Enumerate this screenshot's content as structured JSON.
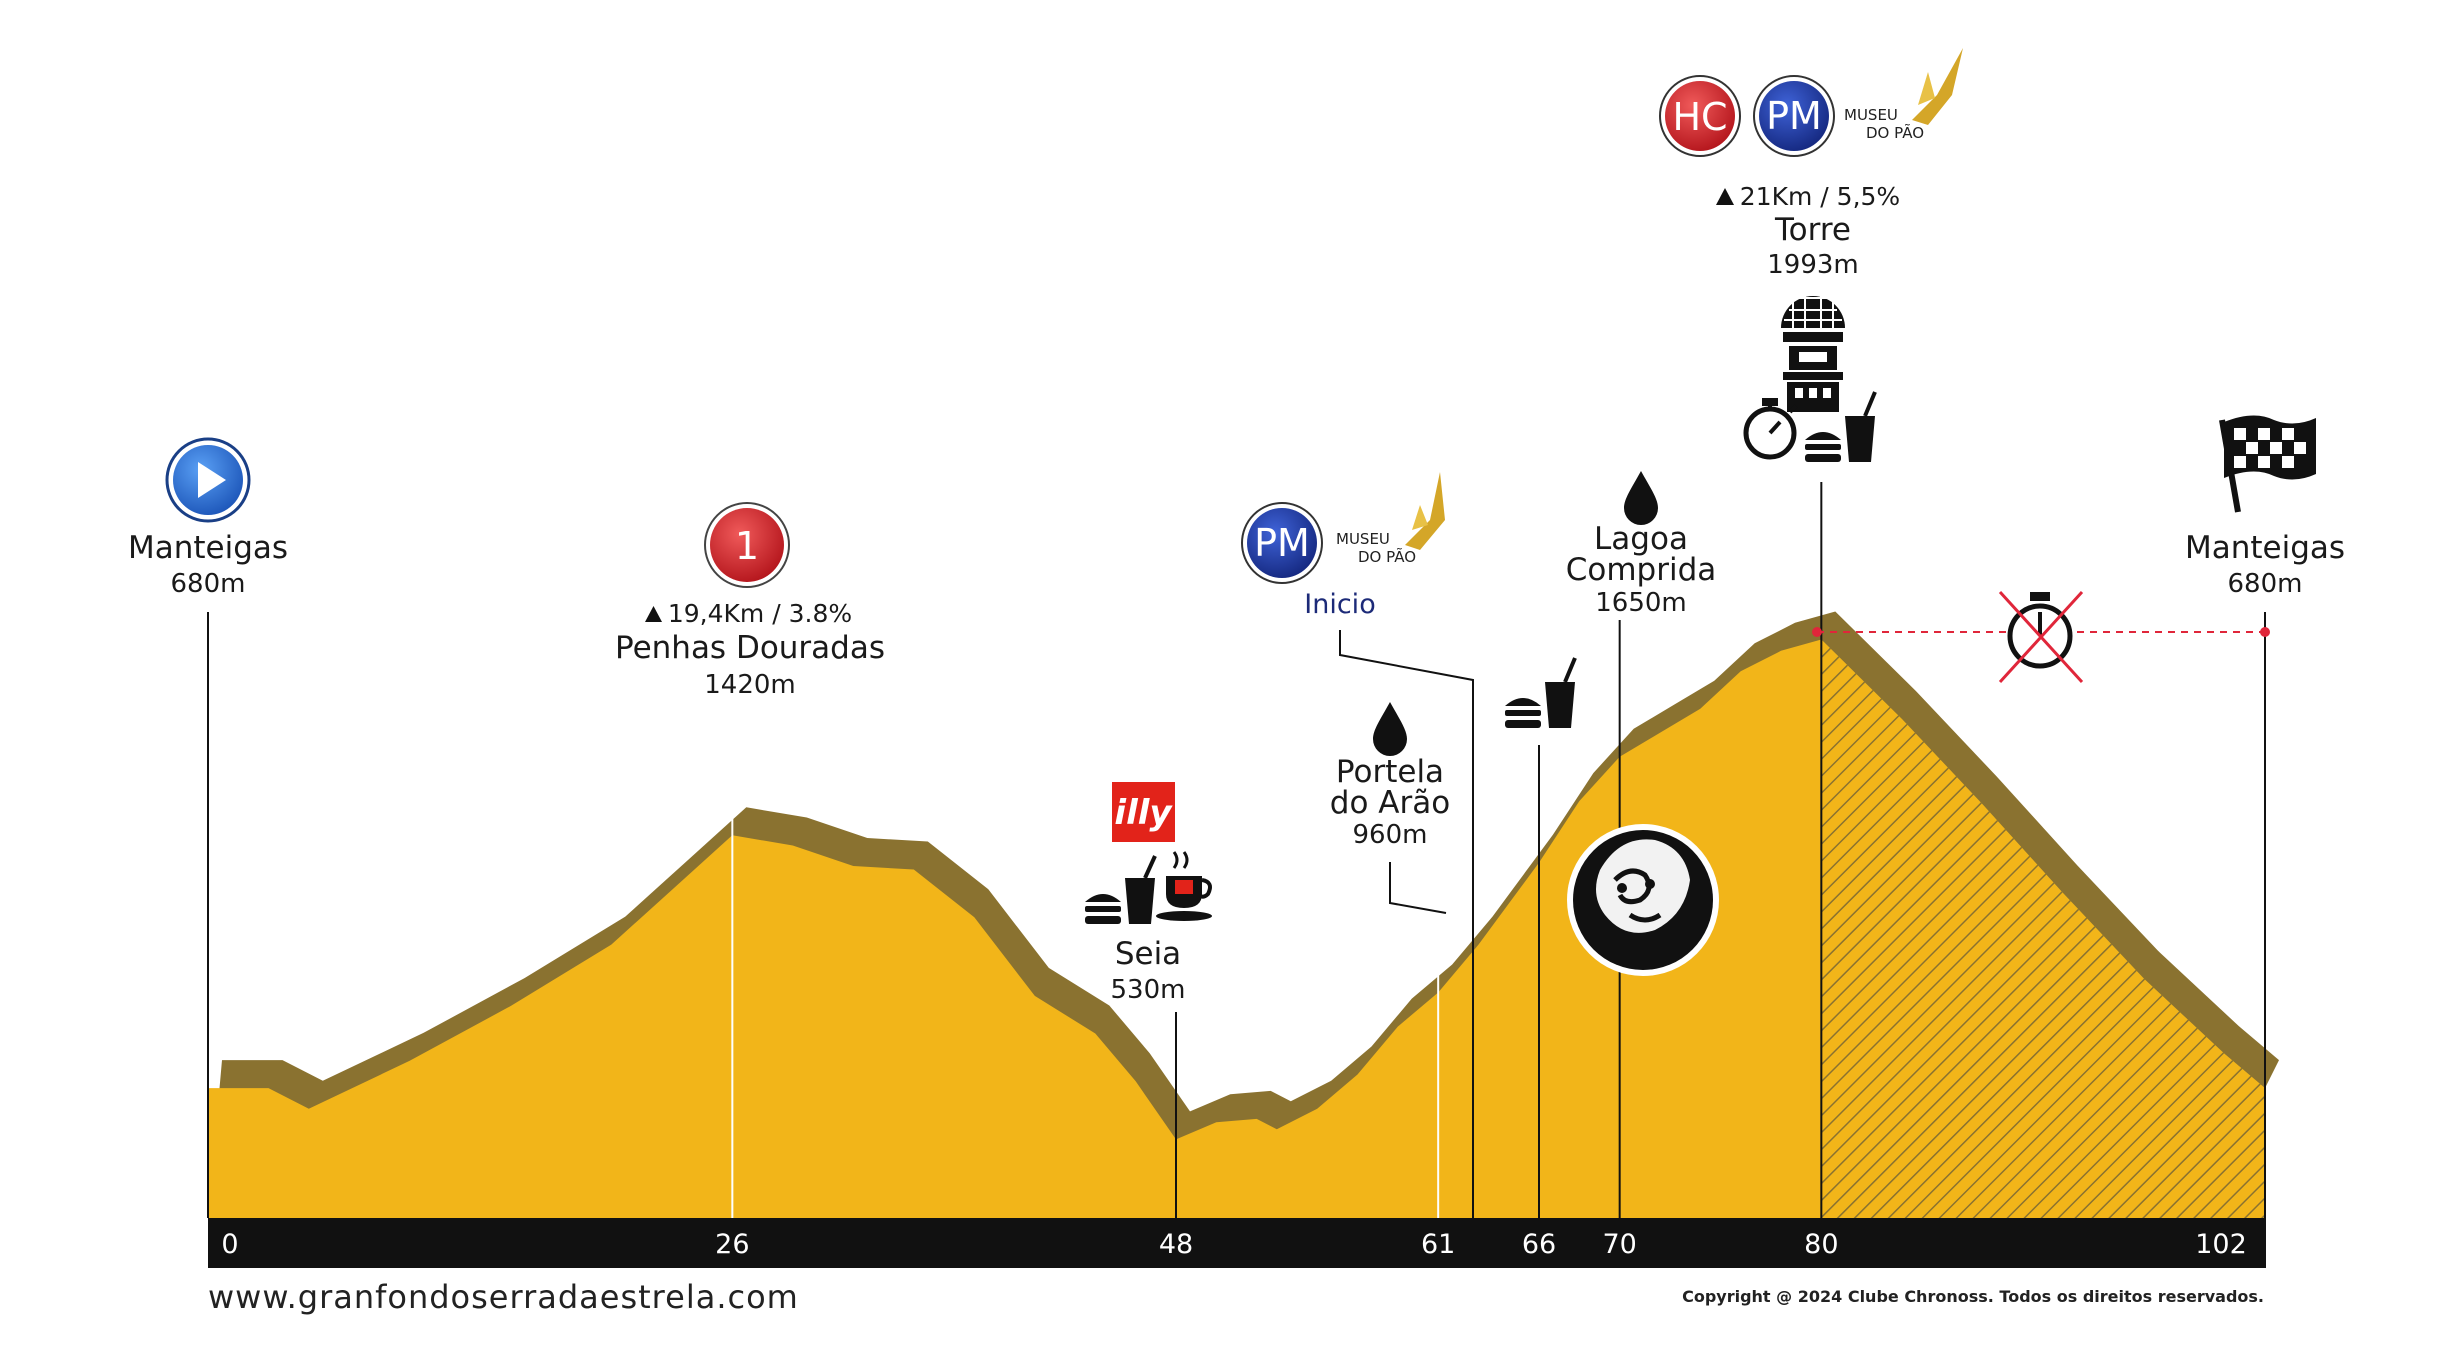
{
  "chart_data": {
    "type": "area",
    "x_unit": "km",
    "y_unit": "m",
    "profile": [
      {
        "x": 0,
        "y": 680
      },
      {
        "x": 3,
        "y": 680
      },
      {
        "x": 5,
        "y": 620
      },
      {
        "x": 10,
        "y": 760
      },
      {
        "x": 15,
        "y": 920
      },
      {
        "x": 20,
        "y": 1100
      },
      {
        "x": 23,
        "y": 1260
      },
      {
        "x": 26,
        "y": 1420
      },
      {
        "x": 29,
        "y": 1390
      },
      {
        "x": 32,
        "y": 1330
      },
      {
        "x": 35,
        "y": 1320
      },
      {
        "x": 38,
        "y": 1180
      },
      {
        "x": 41,
        "y": 950
      },
      {
        "x": 44,
        "y": 840
      },
      {
        "x": 46,
        "y": 700
      },
      {
        "x": 48,
        "y": 530
      },
      {
        "x": 50,
        "y": 580
      },
      {
        "x": 52,
        "y": 590
      },
      {
        "x": 53,
        "y": 560
      },
      {
        "x": 55,
        "y": 620
      },
      {
        "x": 57,
        "y": 720
      },
      {
        "x": 59,
        "y": 860
      },
      {
        "x": 61,
        "y": 960
      },
      {
        "x": 63,
        "y": 1100
      },
      {
        "x": 65,
        "y": 1260
      },
      {
        "x": 66,
        "y": 1340
      },
      {
        "x": 68,
        "y": 1520
      },
      {
        "x": 70,
        "y": 1650
      },
      {
        "x": 72,
        "y": 1720
      },
      {
        "x": 74,
        "y": 1790
      },
      {
        "x": 76,
        "y": 1900
      },
      {
        "x": 78,
        "y": 1960
      },
      {
        "x": 80,
        "y": 1993
      },
      {
        "x": 84,
        "y": 1760
      },
      {
        "x": 88,
        "y": 1510
      },
      {
        "x": 92,
        "y": 1250
      },
      {
        "x": 96,
        "y": 1000
      },
      {
        "x": 100,
        "y": 780
      },
      {
        "x": 102,
        "y": 680
      }
    ],
    "xlim": [
      0,
      102
    ],
    "ylim": [
      300,
      2050
    ],
    "ticks": [
      "0",
      "26",
      "48",
      "61",
      "66",
      "70",
      "80",
      "102"
    ],
    "tick_values": [
      0,
      26,
      48,
      61,
      66,
      70,
      80,
      102
    ],
    "hatched_from_km": 80
  },
  "points": {
    "start": {
      "km": 0,
      "name": "Manteigas",
      "alt": "680m"
    },
    "penhas": {
      "km": 26,
      "badge": "1",
      "climb": "19,4Km / 3.8%",
      "name": "Penhas Douradas",
      "alt": "1420m"
    },
    "seia": {
      "km": 48,
      "brand": "illy",
      "name": "Seia",
      "alt": "530m"
    },
    "portela": {
      "km": 61,
      "name_line1": "Portela",
      "name_line2": "do Arão",
      "alt": "960m"
    },
    "inicio": {
      "km": 63,
      "badge": "PM",
      "label": "Inicio",
      "museu_line1": "MUSEU",
      "museu_line2": "DO PÃO"
    },
    "food66": {
      "km": 66
    },
    "lagoa": {
      "km": 70,
      "name_line1": "Lagoa",
      "name_line2": "Comprida",
      "alt": "1650m"
    },
    "torre": {
      "km": 80,
      "badge_hc": "HC",
      "badge_pm": "PM",
      "museu_line1": "MUSEU",
      "museu_line2": "DO PÃO",
      "climb": "21Km / 5,5%",
      "name": "Torre",
      "alt": "1993m"
    },
    "finish": {
      "km": 102,
      "name": "Manteigas",
      "alt": "680m"
    }
  },
  "footer": {
    "url": "www.granfondoserradaestrela.com",
    "copyright": "Copyright @ 2024 Clube Chronoss. Todos os direitos reservados."
  },
  "colors": {
    "profile_fill": "#f2b519",
    "profile_shadow": "#8a7230",
    "axis_bar": "#111111",
    "hc_badge": "#d42027",
    "pm_badge": "#1d3a9e",
    "start_badge": "#2f6fd8",
    "guide_red": "#e0263a",
    "illy_red": "#e2231a"
  },
  "icons": [
    "play-icon",
    "category-badge-icon",
    "illy-logo-icon",
    "drink-icon",
    "burger-icon",
    "coffee-cup-icon",
    "water-drop-icon",
    "portrait-medallion-icon",
    "observatory-tower-icon",
    "stopwatch-icon",
    "finish-flag-icon",
    "crossed-stopwatch-icon",
    "museu-do-pao-logo-icon"
  ]
}
